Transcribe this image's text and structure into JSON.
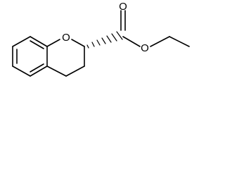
{
  "atoms": {
    "ring_oxygen": "O",
    "carbonyl_oxygen": "O",
    "ester_oxygen": "O"
  },
  "colors": {
    "bond": "#000000",
    "text": "#000000",
    "background": "#ffffff"
  }
}
